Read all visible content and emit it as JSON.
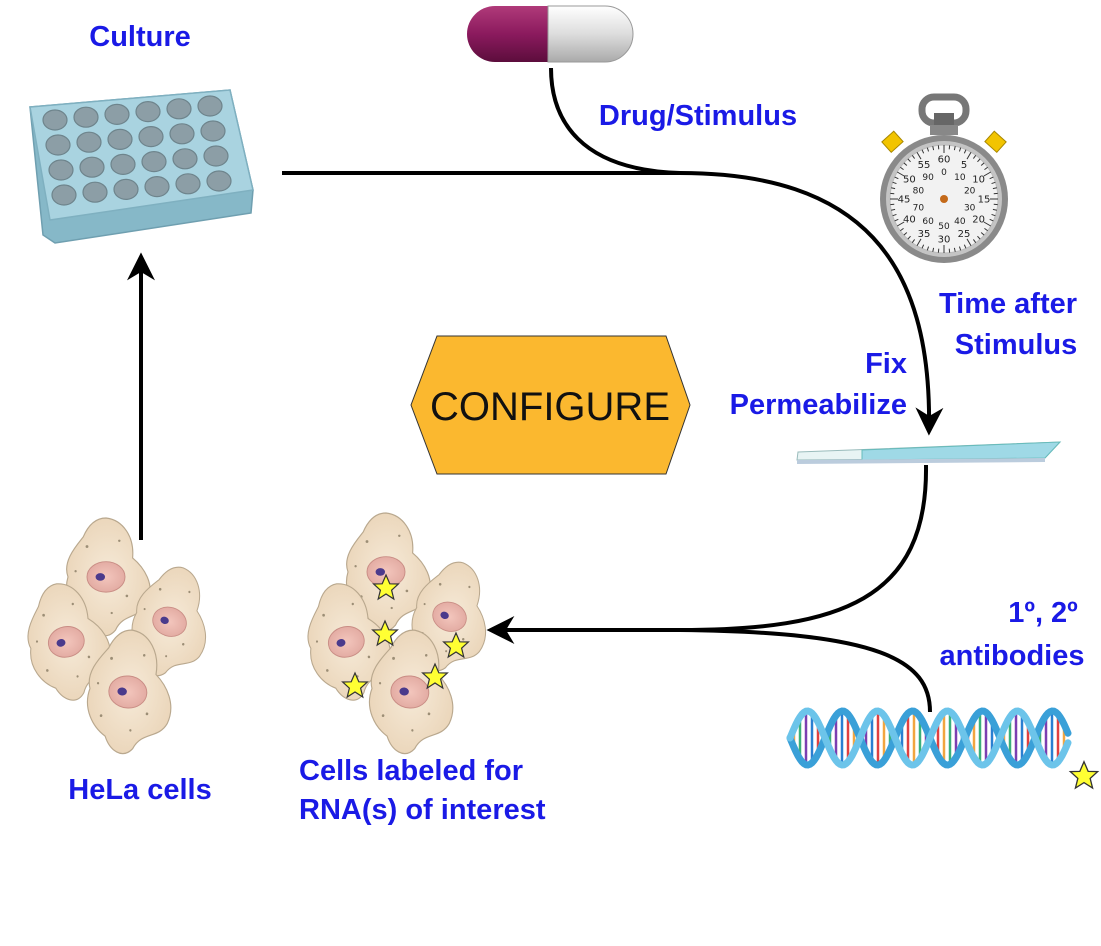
{
  "labels": {
    "culture": "Culture",
    "drug": "Drug/Stimulus",
    "time_line1": "Time after",
    "time_line2": "Stimulus",
    "fix": "Fix",
    "permeabilize": "Permeabilize",
    "antibodies_line1": "1º, 2º",
    "antibodies_line2": "antibodies",
    "hela": "HeLa cells",
    "labeled_line1": "Cells labeled for",
    "labeled_line2": "RNA(s) of interest"
  },
  "configure_button": {
    "label": "CONFIGURE",
    "fill": "#fbb82f"
  },
  "stopwatch": {
    "outer_ticks": [
      "60",
      "5",
      "10",
      "15",
      "20",
      "25",
      "30",
      "35",
      "40",
      "45",
      "50",
      "55"
    ],
    "inner_ticks": [
      "0",
      "10",
      "20",
      "30",
      "40",
      "50",
      "60",
      "70",
      "80",
      "90"
    ]
  },
  "colors": {
    "label": "#1a1ae6",
    "arrow": "#000000",
    "plate": "#9fc9d6",
    "capsule_left": "#8b1a5e",
    "capsule_right": "#d9d9d9",
    "star": "#ffff33",
    "cell": "#f2e4cf",
    "nucleus": "#e8b8b0"
  },
  "icons": [
    "well-plate-icon",
    "capsule-icon",
    "stopwatch-icon",
    "slide-icon",
    "dna-helix-icon",
    "hela-cells-icon",
    "labeled-cells-icon",
    "star-icon"
  ]
}
